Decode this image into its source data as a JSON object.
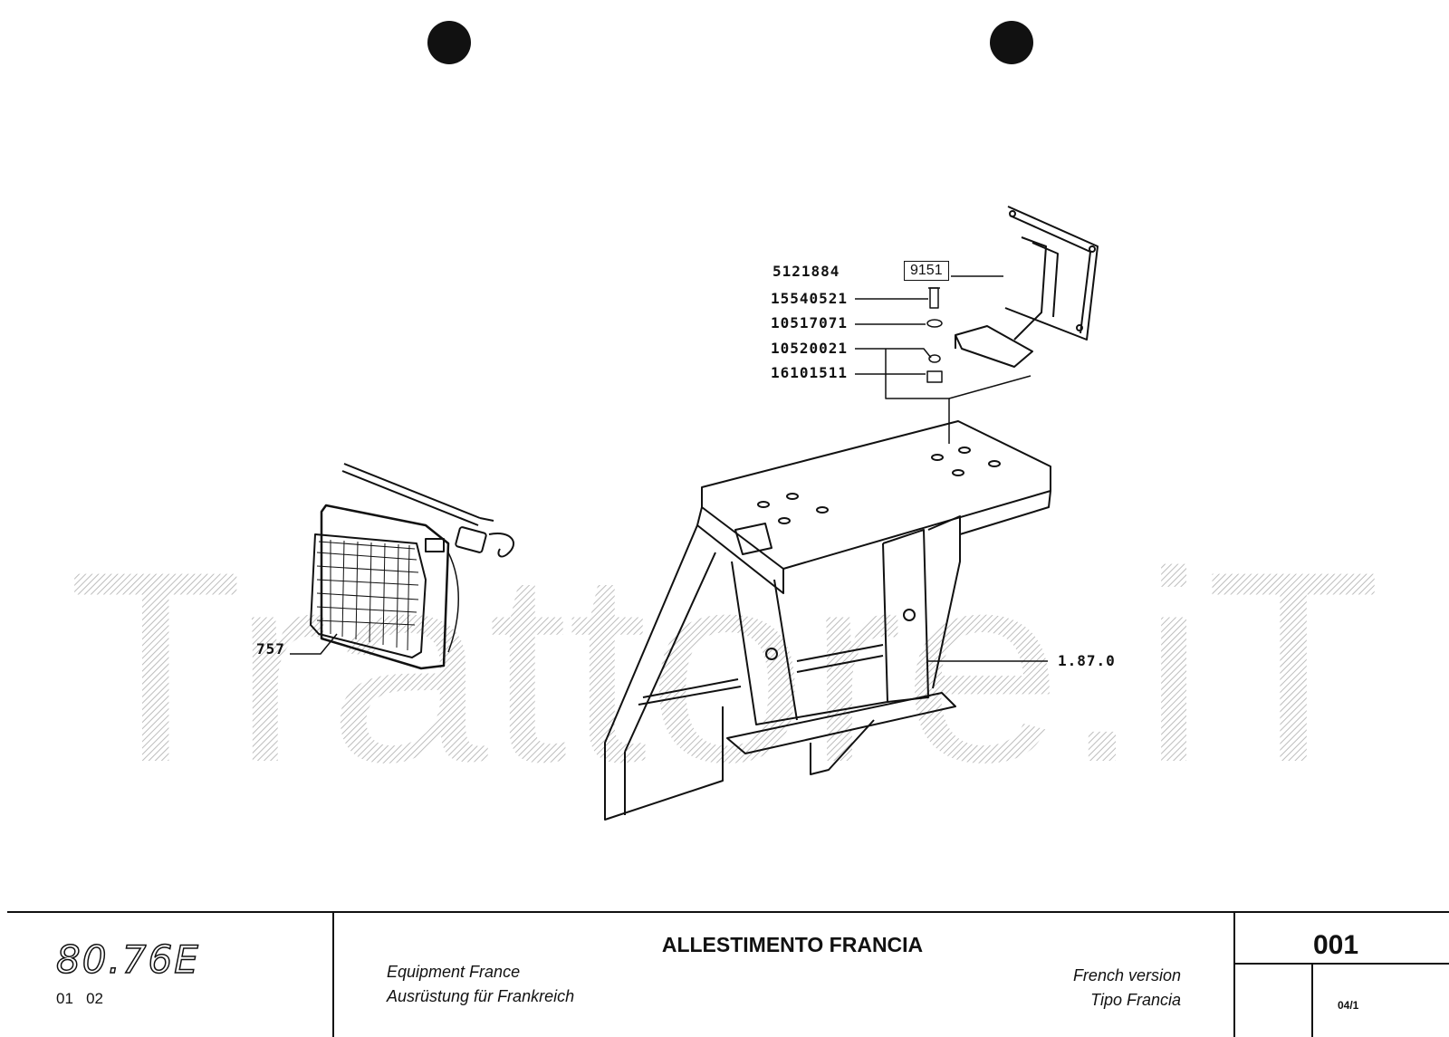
{
  "parts": {
    "p1": "5121884",
    "p2": "9151",
    "p3": "15540521",
    "p4": "10517071",
    "p5": "10520021",
    "p6": "16101511",
    "p7": "757",
    "p8": "1.87.0"
  },
  "watermark": "Trattore.iT",
  "title_block": {
    "model": "80.76E",
    "model_codes": "01   02",
    "title": "ALLESTIMENTO FRANCIA",
    "subtitle_en": "Equipment France",
    "subtitle_de": "Ausrüstung für Frankreich",
    "right_en": "French version",
    "right_it": "Tipo Francia",
    "page_code": "001",
    "page_ref": "04/1"
  }
}
